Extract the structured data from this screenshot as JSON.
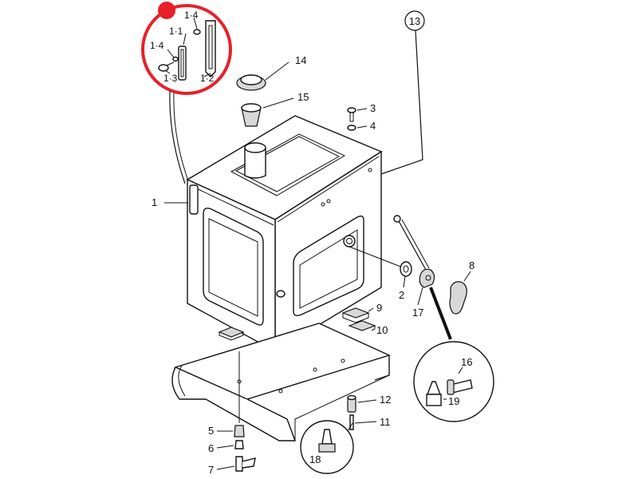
{
  "diagram": {
    "highlight_color": "#e8202a",
    "callouts": {
      "c1": "1",
      "c2": "2",
      "c3": "3",
      "c4": "4",
      "c5": "5",
      "c6": "6",
      "c7": "7",
      "c8": "8",
      "c9": "9",
      "c10": "10",
      "c11": "11",
      "c12": "12",
      "c13": "13",
      "c14": "14",
      "c15": "15",
      "c16": "16",
      "c17": "17",
      "c18": "18",
      "c19": "19",
      "c1_1": "1·1",
      "c1_2": "1·2",
      "c1_3": "1·3",
      "c1_4a": "1·4",
      "c1_4b": "1·4"
    }
  }
}
